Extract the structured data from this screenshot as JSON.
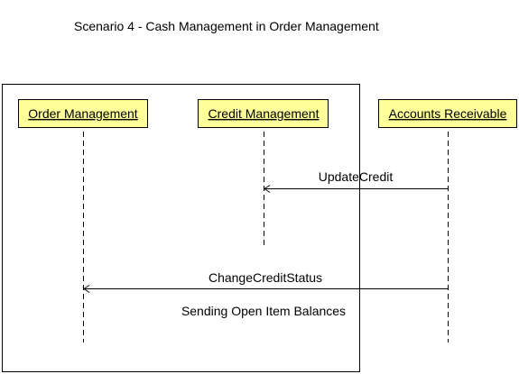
{
  "title": "Scenario 4 - Cash Management in Order Management",
  "colors": {
    "lifeline_box_fill": "#ffff99",
    "lifeline_box_border": "#000000",
    "line": "#000000",
    "background": "#ffffff"
  },
  "lifelines": [
    {
      "id": "om",
      "label": "Order Management"
    },
    {
      "id": "cm",
      "label": "Credit Management"
    },
    {
      "id": "ar",
      "label": "Accounts Receivable"
    }
  ],
  "messages": [
    {
      "label": "UpdateCredit",
      "from": "ar",
      "to": "cm"
    },
    {
      "label": "ChangeCreditStatus",
      "from": "ar",
      "to": "om"
    }
  ],
  "note": "Sending Open Item Balances"
}
